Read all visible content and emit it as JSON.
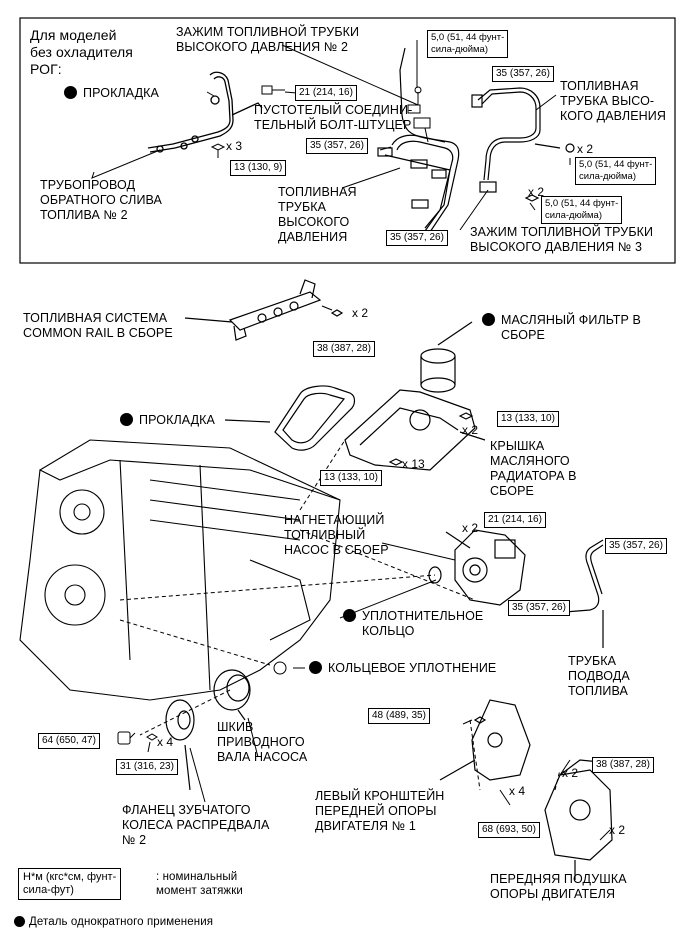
{
  "top_frame": {
    "models_note": [
      "Для моделей",
      "без охладителя",
      "РОГ:"
    ],
    "gasket_top": "ПРОКЛАДКА",
    "clamp2": [
      "ЗАЖИМ ТОПЛИВНОЙ ТРУБКИ",
      "ВЫСОКОГО ДАВЛЕНИЯ № 2"
    ],
    "hollow_bolt": [
      "ПУСТОТЕЛЫЙ СОЕДИНИ-",
      "ТЕЛЬНЫЙ БОЛТ-ШТУЦЕР"
    ],
    "return_pipe": [
      "ТРУБОПРОВОД",
      "ОБРАТНОГО СЛИВА",
      "ТОПЛИВА № 2"
    ],
    "hp_tube_left": [
      "ТОПЛИВНАЯ",
      "ТРУБКА",
      "ВЫСОКОГО",
      "ДАВЛЕНИЯ"
    ],
    "hp_tube_right": [
      "ТОПЛИВНАЯ",
      "ТРУБКА ВЫСО-",
      "КОГО ДАВЛЕНИЯ"
    ],
    "clamp3": [
      "ЗАЖИМ ТОПЛИВНОЙ ТРУБКИ",
      "ВЫСОКОГО ДАВЛЕНИЯ № 3"
    ],
    "torque": {
      "t50a": [
        "5,0 (51, 44 фунт-",
        "сила-дюйма)"
      ],
      "t50b": [
        "5,0 (51, 44 фунт-",
        "сила-дюйма)"
      ],
      "t50c": [
        "5,0 (51, 44 фунт-",
        "сила-дюйма)"
      ],
      "t21": "21 (214, 16)",
      "t13": "13 (130, 9)",
      "t35a": "35 (357, 26)",
      "t35b": "35 (357, 26)",
      "t35c": "35 (357, 26)"
    },
    "counts": {
      "x3": "x 3",
      "x2a": "x 2",
      "x2b": "x 2"
    }
  },
  "main": {
    "common_rail": [
      "ТОПЛИВНАЯ СИСТЕМА",
      "COMMON RAIL В СБОРЕ"
    ],
    "oil_filter": [
      "МАСЛЯНЫЙ ФИЛЬТР В",
      "СБОРЕ"
    ],
    "gasket": "ПРОКЛАДКА",
    "cooler_cover": [
      "КРЫШКА",
      "МАСЛЯНОГО",
      "РАДИАТОРА В",
      "СБОРЕ"
    ],
    "pump": [
      "НАГНЕТАЮЩИЙ",
      "ТОПЛИВНЫЙ",
      "НАСОС В СБОЕР"
    ],
    "seal_ring": [
      "УПЛОТНИТЕЛЬНОЕ",
      "КОЛЬЦО"
    ],
    "o_ring": "КОЛЬЦЕВОЕ УПЛОТНЕНИЕ",
    "feed_tube": [
      "ТРУБКА",
      "ПОДВОДА",
      "ТОПЛИВА"
    ],
    "pulley": [
      "ШКИВ",
      "ПРИВОДНОГО",
      "ВАЛА НАСОСА"
    ],
    "flange": [
      "ФЛАНЕЦ ЗУБЧАТОГО",
      "КОЛЕСА РАСПРЕДВАЛА",
      "№ 2"
    ],
    "bracket": [
      "ЛЕВЫЙ КРОНШТЕЙН",
      "ПЕРЕДНЕЙ ОПОРЫ",
      "ДВИГАТЕЛЯ № 1"
    ],
    "mount": [
      "ПЕРЕДНЯЯ ПОДУШКА",
      "ОПОРЫ ДВИГАТЕЛЯ"
    ],
    "torque": {
      "t38a": "38 (387, 28)",
      "t13a": "13 (133, 10)",
      "t13b": "13 (133, 10)",
      "t21": "21 (214, 16)",
      "t35a": "35 (357, 26)",
      "t35b": "35 (357, 26)",
      "t64": "64 (650, 47)",
      "t31": "31 (316, 23)",
      "t48": "48 (489, 35)",
      "t38b": "38 (387, 28)",
      "t68": "68 (693, 50)"
    },
    "counts": {
      "x2rail": "x 2",
      "x2cover": "x 2",
      "x13": "x 13",
      "x2pump": "x 2",
      "x4flange": "x 4",
      "x4bracket": "x 4",
      "x2mounta": "x 2",
      "x2mountb": "x 2"
    }
  },
  "legend": {
    "unit_box": [
      "Н*м (кгс*см, фунт-",
      "сила-фут)"
    ],
    "unit_desc": [
      ": номинальный",
      "момент затяжки"
    ],
    "single_use": "Деталь однократного применения"
  }
}
